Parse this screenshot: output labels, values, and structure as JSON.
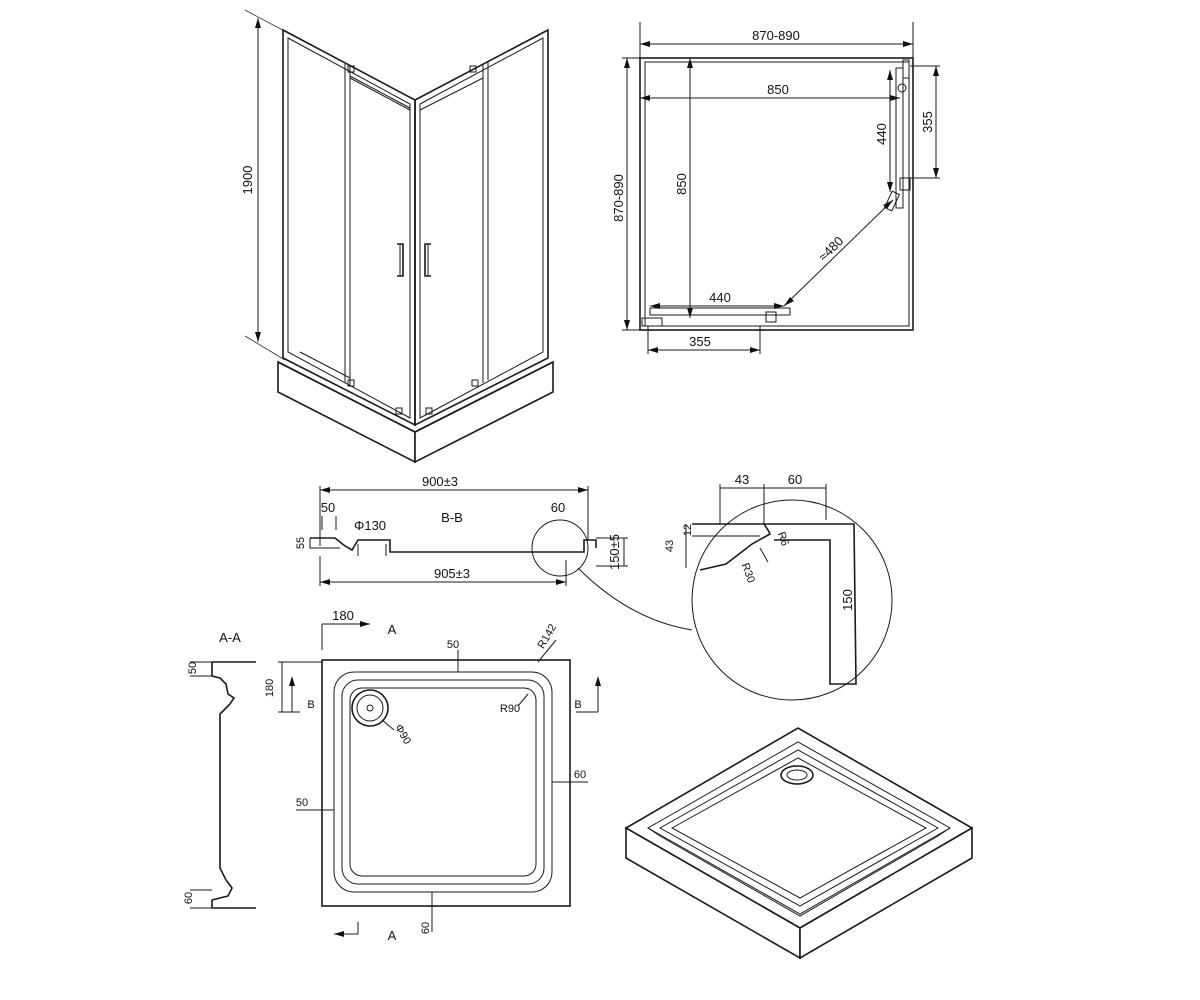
{
  "enclosure_view": {
    "height_label": "1900"
  },
  "plan_view": {
    "overall_width": "870-890",
    "inner_width": "850",
    "overall_depth": "870-890",
    "inner_depth": "850",
    "door_width_right": "440",
    "opening_right": "355",
    "diagonal": "≈480",
    "door_width_bottom": "440",
    "opening_bottom": "355"
  },
  "section_bb": {
    "title": "B-B",
    "top_width": "900±3",
    "bottom_width": "905±3",
    "left_rim": "50",
    "right_rim": "60",
    "drain_dia": "Φ130",
    "rim_height": "55",
    "height": "150±5"
  },
  "detail": {
    "dim_43_top": "43",
    "dim_60_top": "60",
    "dim_12": "12",
    "dim_43_side": "43",
    "radius_small": "R6",
    "radius_large": "R30",
    "height": "150"
  },
  "section_aa": {
    "title": "A-A",
    "top_dim": "50",
    "bottom_dim": "60"
  },
  "tray_plan": {
    "dim_180_top": "180",
    "dim_180_left": "180",
    "rim_top": "50",
    "rim_left": "50",
    "rim_right": "60",
    "rim_bottom": "60",
    "outer_radius": "R142",
    "inner_radius": "R90",
    "drain": "Φ90",
    "cut_a": "A",
    "cut_b": "B"
  }
}
